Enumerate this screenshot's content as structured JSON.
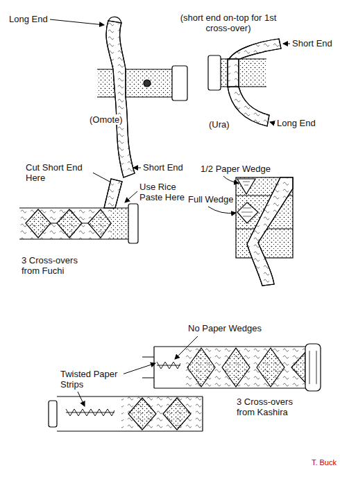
{
  "diagram": {
    "labels": [
      "Long End",
      "(short end on-top for 1st cross-over)",
      "Short End",
      "(Omote)",
      "Short End",
      "(Ura)",
      "Long End",
      "Cut Short End Here",
      "Use Rice Paste Here",
      "3 Cross-overs from Fuchi",
      "1/2 Paper Wedge",
      "Full Wedge",
      "No Paper Wedges",
      "Twisted Paper Strips",
      "3 Cross-overs from Kashira",
      "T. Buck"
    ]
  }
}
